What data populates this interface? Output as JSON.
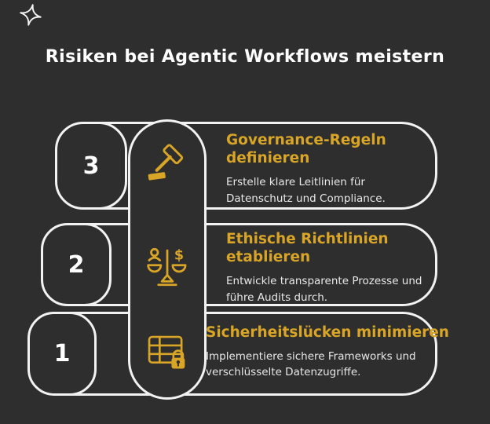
{
  "page": {
    "title": "Risiken bei Agentic Workflows meistern",
    "colors": {
      "background": "#2e2e2e",
      "accent": "#d9a527",
      "outline": "#f2f2f2",
      "title": "#ffffff",
      "text": "#e8e8e8"
    }
  },
  "steps": [
    {
      "number": "3",
      "icon": "gavel-icon",
      "title": "Governance-Regeln definieren",
      "description": "Erstelle klare Leitlinien für Datenschutz und Compliance."
    },
    {
      "number": "2",
      "icon": "ethics-scale-icon",
      "title": "Ethische Richtlinien etablieren",
      "description": "Entwickle transparente Prozesse und führe Audits durch."
    },
    {
      "number": "1",
      "icon": "database-lock-icon",
      "title": "Sicherheitslücken minimieren",
      "description": "Implementiere sichere Frameworks und verschlüsselte Datenzugriffe."
    }
  ]
}
